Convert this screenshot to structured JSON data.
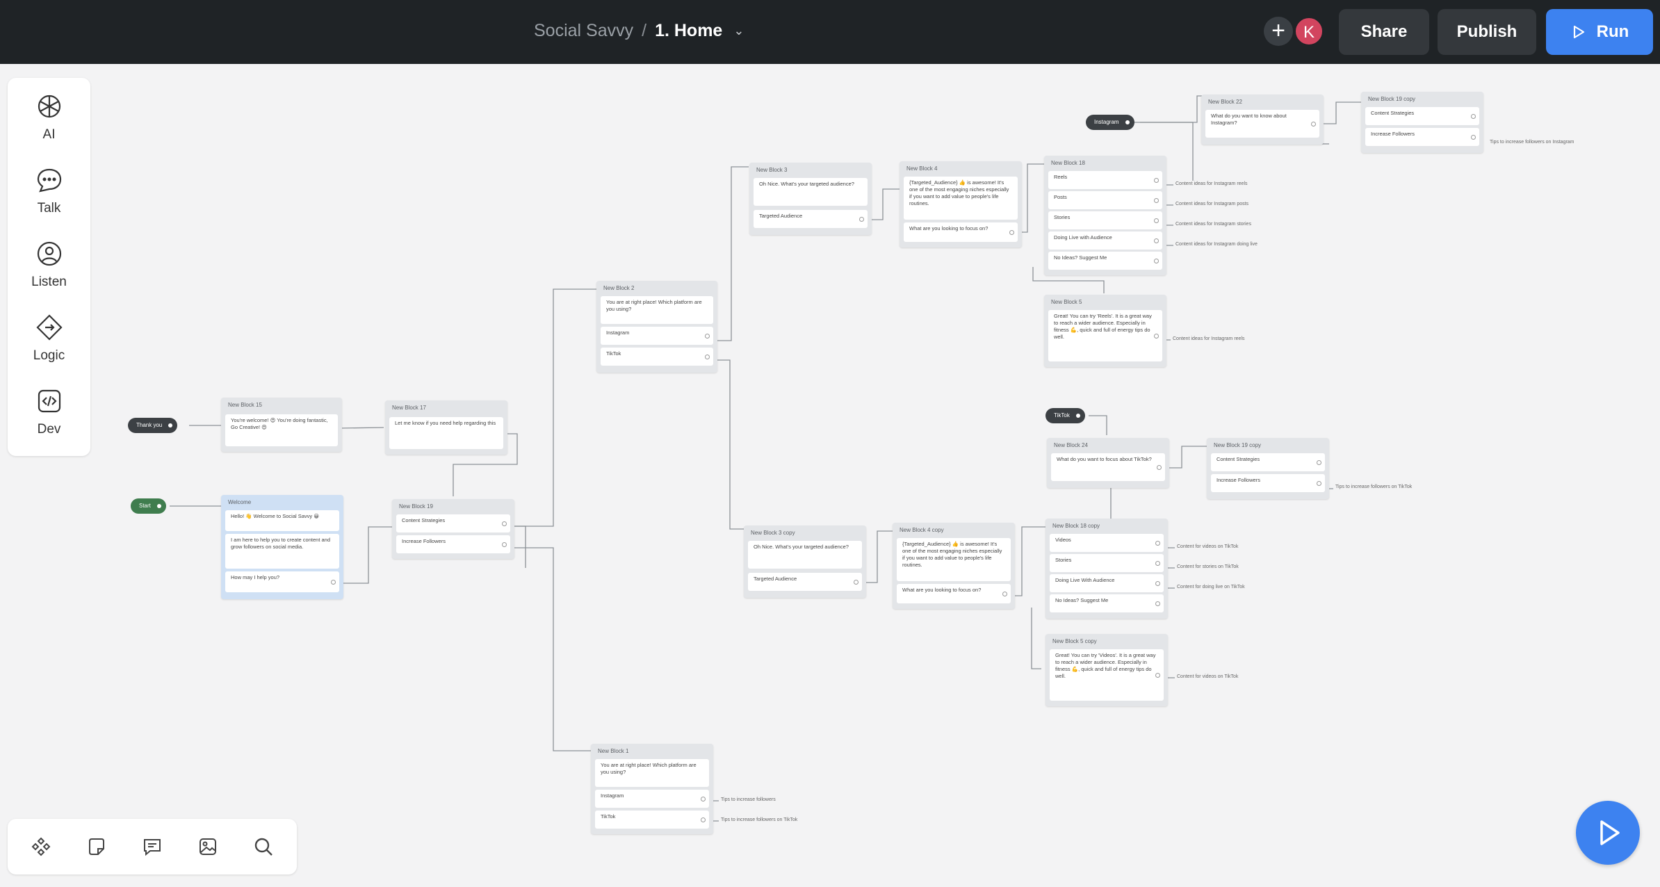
{
  "topbar": {
    "project": "Social Savvy",
    "separator": "/",
    "page": "1. Home",
    "avatar_initial": "K",
    "share_label": "Share",
    "publish_label": "Publish",
    "run_label": "Run"
  },
  "rail": [
    {
      "label": "AI",
      "icon": "ai-icon"
    },
    {
      "label": "Talk",
      "icon": "talk-icon"
    },
    {
      "label": "Listen",
      "icon": "listen-icon"
    },
    {
      "label": "Logic",
      "icon": "logic-icon"
    },
    {
      "label": "Dev",
      "icon": "dev-icon"
    }
  ],
  "bottom_tools": [
    "components-icon",
    "note-icon",
    "comment-icon",
    "image-icon",
    "search-icon"
  ],
  "colors": {
    "accent": "#3d82f0",
    "topbar": "#1f2326",
    "avatar": "#d2455f",
    "start": "#3f7d4e"
  },
  "tags": {
    "thankyou": "Thank you",
    "start": "Start",
    "instagram": "Instagram",
    "tiktok": "TikTok"
  },
  "blocks": {
    "b15": {
      "title": "New Block 15",
      "c1": "You're welcome! 😍 You're doing fantastic, Go Creative! 😍"
    },
    "b17": {
      "title": "New Block 17",
      "c1": "Let me know if you need help regarding this"
    },
    "welcome": {
      "title": "Welcome",
      "c1": "Hello! 👋 Welcome to Social Savvy 😀",
      "c2": "I am here to help you to create content and grow followers on social media.",
      "c3": "How may I help you?"
    },
    "b19": {
      "title": "New Block 19",
      "c1": "Content Strategies",
      "c2": "Increase Followers"
    },
    "b2": {
      "title": "New Block 2",
      "c1": "You are at right place! Which platform are you using?",
      "c2": "Instagram",
      "c3": "TikTok"
    },
    "b3": {
      "title": "New Block 3",
      "c1": "Oh Nice. What's your targeted audience?",
      "c2": "Targeted Audience"
    },
    "b4": {
      "title": "New Block 4",
      "c1": "{Targeted_Audience} 👍 is awesome! It's one of the most engaging niches especially if you want to add value to people's life routines.",
      "c2": "What are you looking to focus on?"
    },
    "b18": {
      "title": "New Block 18",
      "c1": "Reels",
      "c2": "Posts",
      "c3": "Stories",
      "c4": "Doing Live with Audience",
      "c5": "No Ideas? Suggest Me"
    },
    "b5": {
      "title": "New Block 5",
      "c1": "Great! You can try 'Reels'. It is a great way to reach a wider audience. Especially in fitness 💪, quick and full of energy tips do well."
    },
    "b22": {
      "title": "New Block 22",
      "c1": "What do you want to know about Instagram?"
    },
    "b19copy": {
      "title": "New Block 19 copy",
      "c1": "Content Strategies",
      "c2": "Increase Followers"
    },
    "b24": {
      "title": "New Block 24",
      "c1": "What do you want to focus about TikTok?"
    },
    "b19copy2": {
      "title": "New Block 19 copy",
      "c1": "Content Strategies",
      "c2": "Increase Followers"
    },
    "b3copy": {
      "title": "New Block 3 copy",
      "c1": "Oh Nice. What's your targeted audience?",
      "c2": "Targeted Audience"
    },
    "b4copy": {
      "title": "New Block 4 copy",
      "c1": "{Targeted_Audience} 👍 is awesome! It's one of the most engaging niches especially if you want to add value to people's life routines.",
      "c2": "What are you looking to focus on?"
    },
    "b18copy": {
      "title": "New Block 18 copy",
      "c1": "Videos",
      "c2": "Stories",
      "c3": "Doing Live With Audience",
      "c4": "No Ideas? Suggest Me"
    },
    "b5copy": {
      "title": "New Block 5 copy",
      "c1": "Great! You can try 'Videos'. It is a great way to reach a wider audience. Especially in fitness 💪, quick and full of energy tips do well."
    },
    "b1": {
      "title": "New Block 1",
      "c1": "You are at right place! Which platform are you using?",
      "c2": "Instagram",
      "c3": "TikTok"
    }
  },
  "notes": {
    "n_reels": "Content ideas for Instagram reels",
    "n_posts": "Content ideas for Instagram posts",
    "n_stories": "Content ideas for Instagram stories",
    "n_live": "Content ideas for Instagram doing live",
    "n_b5": "Content ideas for Instagram reels",
    "n_b19copy": "Tips to increase followers on Instagram",
    "n_tiktok_followers": "Tips to increase followers on TikTok",
    "n_videos": "Content for videos on TikTok",
    "n_tstories": "Content for stories on TikTok",
    "n_tlive": "Content for doing live on TikTok",
    "n_b5copy": "Content for videos on TikTok",
    "n_b1_ig": "Tips to increase followers",
    "n_b1_tt": "Tips to increase followers on TikTok"
  }
}
